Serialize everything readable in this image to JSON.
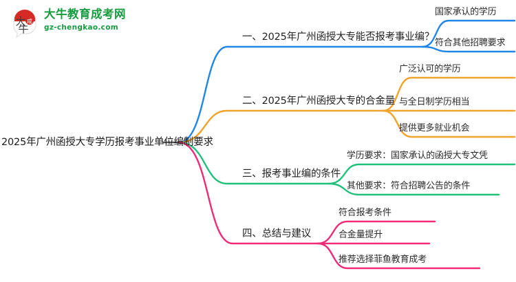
{
  "logo": {
    "mark_name": "daniu-bull-logo",
    "title": "大牛教育成考网",
    "domain": "gz-chengkao.com",
    "brand_green": "#169b3f",
    "brand_red": "#d62b24"
  },
  "mindmap": {
    "root": {
      "label": "2025年广州函授大专学历报考事业单位编制要求"
    },
    "branches": [
      {
        "index": 1,
        "label": "一、2025年广州函授大专能否报考事业编？",
        "color": "#1f86e8",
        "children": [
          {
            "label": "国家承认的学历"
          },
          {
            "label": "符合其他招聘要求"
          }
        ]
      },
      {
        "index": 2,
        "label": "二、2025年广州函授大专的合金量",
        "color": "#f0a32a",
        "children": [
          {
            "label": "广泛认可的学历"
          },
          {
            "label": "与全日制学历相当"
          },
          {
            "label": "提供更多就业机会"
          }
        ]
      },
      {
        "index": 3,
        "label": "三、报考事业编的条件",
        "color": "#1fc07a",
        "children": [
          {
            "label": "学历要求：国家承认的函授大专文凭"
          },
          {
            "label": "其他要求：符合招聘公告的条件"
          }
        ]
      },
      {
        "index": 4,
        "label": "四、总结与建议",
        "color": "#ef2b77",
        "children": [
          {
            "label": "符合报考条件"
          },
          {
            "label": "合金量提升"
          },
          {
            "label": "推荐选择菲鱼教育成考"
          }
        ]
      }
    ]
  }
}
